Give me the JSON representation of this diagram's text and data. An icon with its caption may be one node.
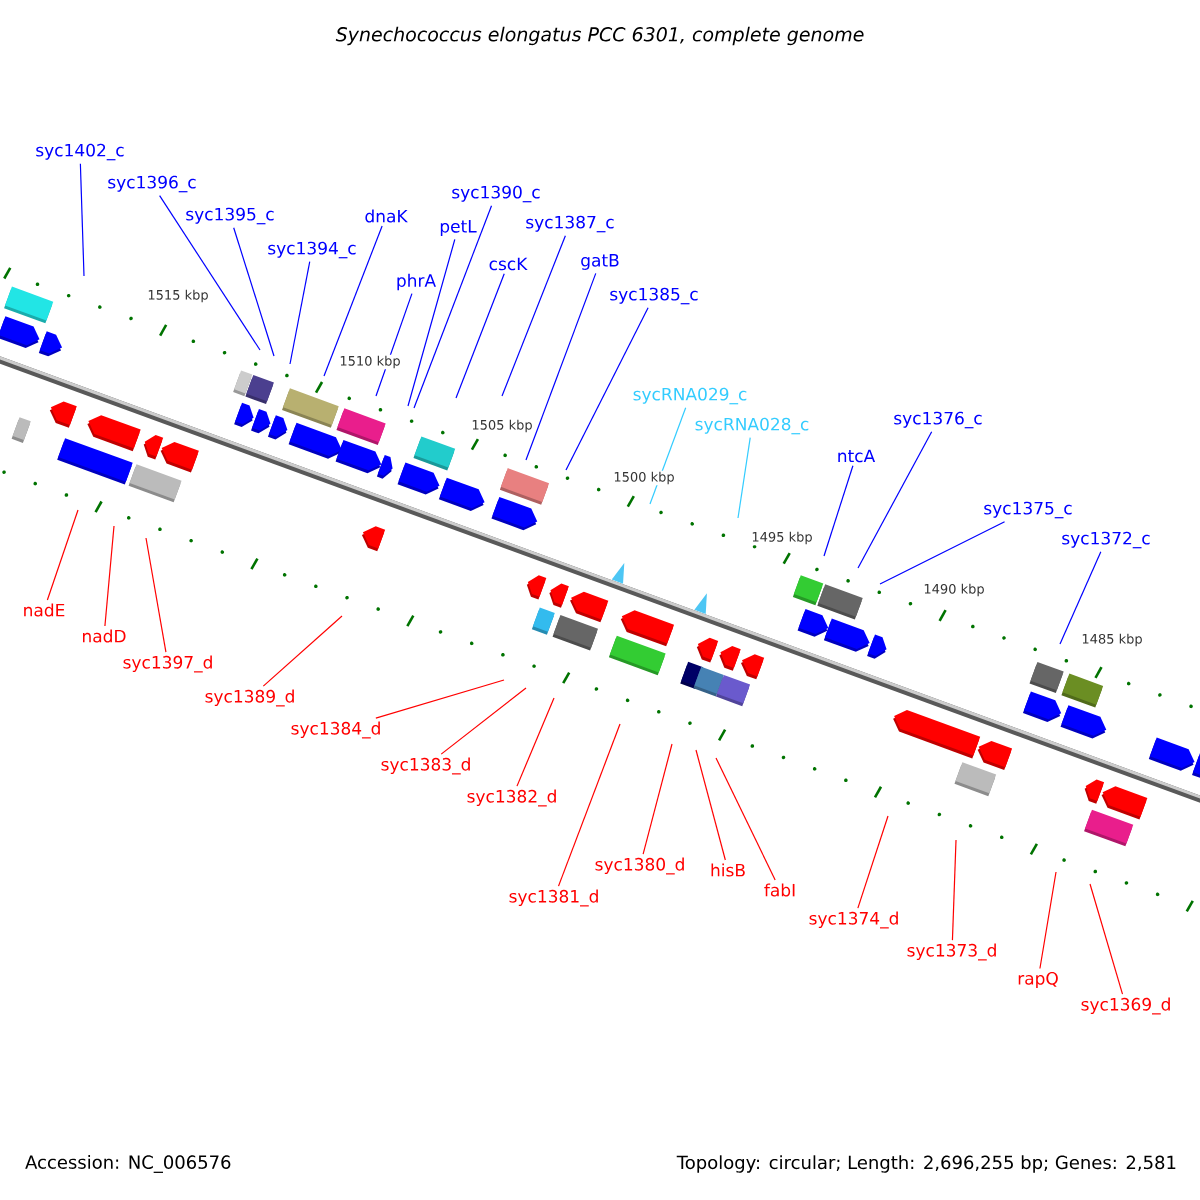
{
  "diagram": {
    "title": "Synechococcus elongatus PCC 6301, complete genome",
    "nodes": [
      {
        "text": [
          "syc1402_c"
        ]
      },
      {
        "text": [
          "syc1396_c"
        ]
      },
      {
        "text": [
          "syc1395_c"
        ]
      },
      {
        "text": [
          "syc1394_c"
        ]
      },
      {
        "text": [
          "dnaK"
        ]
      },
      {
        "text": [
          "phrA"
        ]
      },
      {
        "text": [
          "petL"
        ]
      },
      {
        "text": [
          "syc1390_c"
        ]
      },
      {
        "text": [
          "cscK"
        ]
      },
      {
        "text": [
          "syc1387_c"
        ]
      },
      {
        "text": [
          "gatB"
        ]
      },
      {
        "text": [
          "syc1385_c"
        ]
      },
      {
        "text": [
          "sycRNA029_c"
        ]
      },
      {
        "text": [
          "sycRNA028_c"
        ]
      },
      {
        "text": [
          "ntcA"
        ]
      },
      {
        "text": [
          "syc1376_c"
        ]
      },
      {
        "text": [
          "syc1375_c"
        ]
      },
      {
        "text": [
          "syc1372_c"
        ]
      },
      {
        "text": [
          "nadE"
        ]
      },
      {
        "text": [
          "nadD"
        ]
      },
      {
        "text": [
          "syc1397_d"
        ]
      },
      {
        "text": [
          "syc1389_d"
        ]
      },
      {
        "text": [
          "syc1384_d"
        ]
      },
      {
        "text": [
          "syc1383_d"
        ]
      },
      {
        "text": [
          "syc1382_d"
        ]
      },
      {
        "text": [
          "syc1381_d"
        ]
      },
      {
        "text": [
          "syc1380_d"
        ]
      },
      {
        "text": [
          "hisB"
        ]
      },
      {
        "text": [
          "fabI"
        ]
      },
      {
        "text": [
          "syc1374_d"
        ]
      },
      {
        "text": [
          "syc1373_d"
        ]
      },
      {
        "text": [
          "rapQ"
        ]
      },
      {
        "text": [
          "syc1369_d"
        ]
      }
    ],
    "edges": [
      {
        "from": 0,
        "to": null,
        "arrow": "none",
        "color": "#0000ff"
      },
      {
        "from": 1,
        "to": null,
        "arrow": "none",
        "color": "#0000ff"
      },
      {
        "from": 2,
        "to": null,
        "arrow": "none",
        "color": "#0000ff"
      },
      {
        "from": 3,
        "to": null,
        "arrow": "none",
        "color": "#0000ff"
      },
      {
        "from": 4,
        "to": null,
        "arrow": "none",
        "color": "#0000ff"
      },
      {
        "from": 5,
        "to": null,
        "arrow": "none",
        "color": "#0000ff"
      },
      {
        "from": 6,
        "to": null,
        "arrow": "none",
        "color": "#0000ff"
      },
      {
        "from": 7,
        "to": null,
        "arrow": "none",
        "color": "#0000ff"
      },
      {
        "from": 8,
        "to": null,
        "arrow": "none",
        "color": "#0000ff"
      },
      {
        "from": 9,
        "to": null,
        "arrow": "none",
        "color": "#0000ff"
      },
      {
        "from": 10,
        "to": null,
        "arrow": "none",
        "color": "#0000ff"
      },
      {
        "from": 11,
        "to": null,
        "arrow": "none",
        "color": "#0000ff"
      },
      {
        "from": 12,
        "to": null,
        "arrow": "none",
        "color": "#33ccff"
      },
      {
        "from": 13,
        "to": null,
        "arrow": "none",
        "color": "#33ccff"
      },
      {
        "from": 14,
        "to": null,
        "arrow": "none",
        "color": "#0000ff"
      },
      {
        "from": 15,
        "to": null,
        "arrow": "none",
        "color": "#0000ff"
      },
      {
        "from": 16,
        "to": null,
        "arrow": "none",
        "color": "#0000ff"
      },
      {
        "from": 17,
        "to": null,
        "arrow": "none",
        "color": "#0000ff"
      },
      {
        "from": 18,
        "to": null,
        "arrow": "none",
        "color": "#ff0000"
      },
      {
        "from": 19,
        "to": null,
        "arrow": "none",
        "color": "#ff0000"
      },
      {
        "from": 20,
        "to": null,
        "arrow": "none",
        "color": "#ff0000"
      },
      {
        "from": 21,
        "to": null,
        "arrow": "none",
        "color": "#ff0000"
      },
      {
        "from": 22,
        "to": null,
        "arrow": "none",
        "color": "#ff0000"
      },
      {
        "from": 23,
        "to": null,
        "arrow": "none",
        "color": "#ff0000"
      },
      {
        "from": 24,
        "to": null,
        "arrow": "none",
        "color": "#ff0000"
      },
      {
        "from": 25,
        "to": null,
        "arrow": "none",
        "color": "#ff0000"
      },
      {
        "from": 26,
        "to": null,
        "arrow": "none",
        "color": "#ff0000"
      },
      {
        "from": 27,
        "to": null,
        "arrow": "none",
        "color": "#ff0000"
      },
      {
        "from": 28,
        "to": null,
        "arrow": "none",
        "color": "#ff0000"
      },
      {
        "from": 29,
        "to": null,
        "arrow": "none",
        "color": "#ff0000"
      },
      {
        "from": 30,
        "to": null,
        "arrow": "none",
        "color": "#ff0000"
      },
      {
        "from": 31,
        "to": null,
        "arrow": "none",
        "color": "#ff0000"
      },
      {
        "from": 32,
        "to": null,
        "arrow": "none",
        "color": "#ff0000"
      }
    ],
    "labels": [
      "1515 kbp",
      "1510 kbp",
      "1505 kbp",
      "1500 kbp",
      "1495 kbp",
      "1490 kbp",
      "1485 kbp",
      "Accession: NC_006576",
      "Topology: circular; Length: 2,696,255 bp; Genes: 2,581"
    ]
  }
}
